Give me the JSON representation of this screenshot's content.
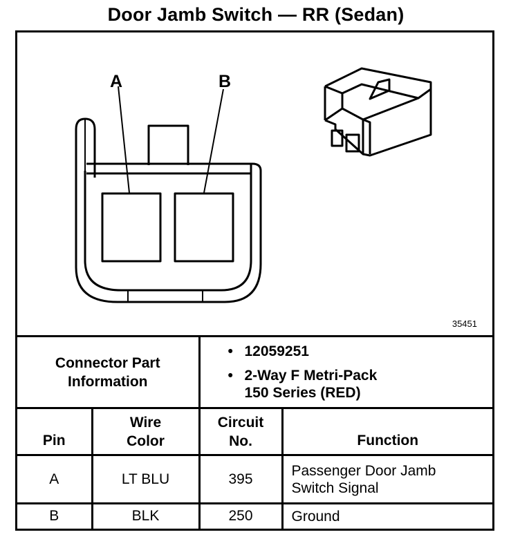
{
  "title": "Door Jamb Switch — RR (Sedan)",
  "figure": {
    "pin_label_a": "A",
    "pin_label_b": "B",
    "figure_number": "35451"
  },
  "connector": {
    "label": "Connector Part Information",
    "label_line1": "Connector Part",
    "label_line2": "Information",
    "items": [
      "12059251",
      "2-Way F Metri-Pack",
      "150 Series (RED)"
    ],
    "bullet": "•"
  },
  "pin_table": {
    "headers": {
      "pin": "Pin",
      "wire_color_line1": "Wire",
      "wire_color_line2": "Color",
      "circuit_line1": "Circuit",
      "circuit_line2": "No.",
      "function": "Function"
    },
    "rows": [
      {
        "pin": "A",
        "wire_color": "LT BLU",
        "circuit": "395",
        "function_line1": "Passenger Door Jamb",
        "function_line2": "Switch Signal"
      },
      {
        "pin": "B",
        "wire_color": "BLK",
        "circuit": "250",
        "function_line1": "Ground",
        "function_line2": ""
      }
    ]
  }
}
